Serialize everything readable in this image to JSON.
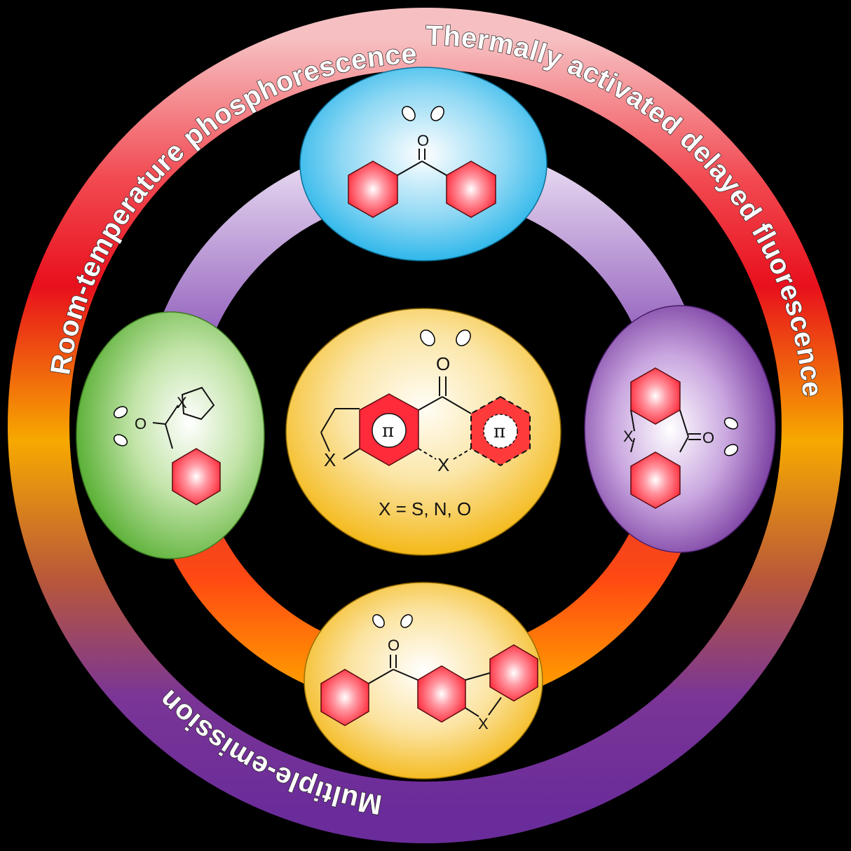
{
  "ring_labels": {
    "outer_top_left": "Room-temperature phosphorescence",
    "outer_right": "Thermally activated delayed fluorescence",
    "outer_bottom_left": "Multiple-emission"
  },
  "center": {
    "oxygen": "O",
    "x_ring": "X",
    "x_bridge": "X",
    "pi_left": "π",
    "pi_right": "π",
    "formula": "X = S, N, O"
  },
  "top_node": {
    "oxygen": "O"
  },
  "left_node": {
    "oxygen": "O",
    "x": "X"
  },
  "right_node": {
    "oxygen": "O",
    "x": "X"
  },
  "bottom_node": {
    "oxygen": "O",
    "x": "X"
  },
  "colors": {
    "outer_ring": [
      "#f4a9ad",
      "#e8101c",
      "#f7a900",
      "#6a2c9a"
    ],
    "inner_ring": [
      "#9b6cc2",
      "#ff3a1a",
      "#ff8a00"
    ],
    "top_node": "#1fb6ea",
    "left_node": "#6fbf4a",
    "right_node": "#7a3fa3",
    "bottom_node": "#f2b400",
    "center_node": "#f2b400",
    "aromatic_ring": "#ff2a3a"
  }
}
